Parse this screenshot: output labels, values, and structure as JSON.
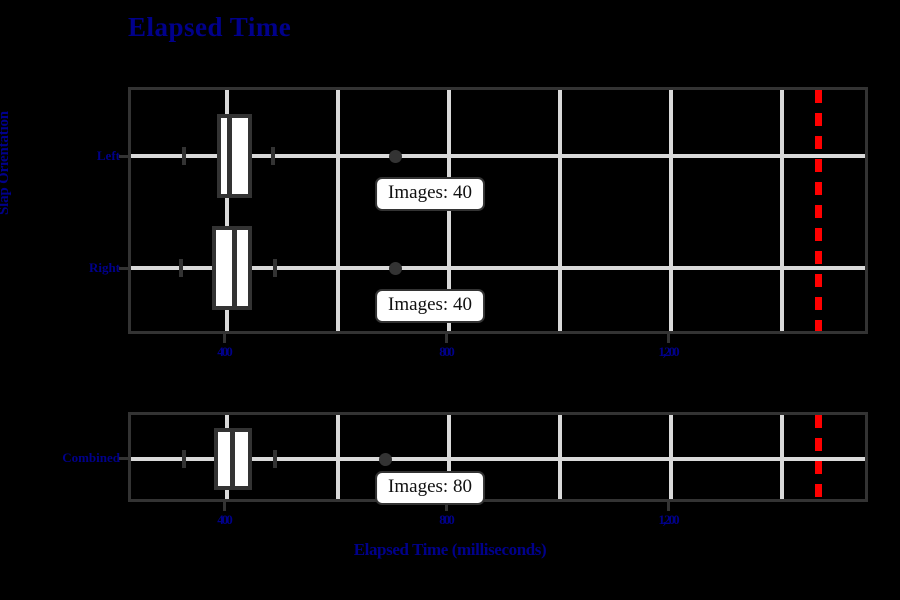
{
  "title": "Elapsed Time",
  "axes": {
    "ylabel": "Slap Orientation",
    "xlabel": "Elapsed Time (milliseconds)",
    "xticks": [
      "400",
      "800",
      "1,200"
    ],
    "xtick_values": [
      400,
      800,
      1200
    ],
    "yticks_top": [
      "Left",
      "Right"
    ],
    "yticks_bottom": [
      "Combined"
    ]
  },
  "colors": {
    "text_blue": "#00008b",
    "box_face": "#ffffff",
    "box_edge": "#333333",
    "whisker": "#d9d9d9",
    "grid": "#d9d9d9",
    "refline_red": "#ff0000",
    "background": "#000000"
  },
  "annotations": {
    "left": "Images: 40",
    "right": "Images: 40",
    "combined": "Images: 80"
  },
  "chart_data": {
    "type": "box",
    "title": "Elapsed Time",
    "xlabel": "Elapsed Time (milliseconds)",
    "ylabel": "Slap Orientation",
    "xlim": [
      140,
      1600
    ],
    "xticks": [
      400,
      800,
      1200
    ],
    "xticklabels": [
      "400",
      "800",
      "1,200"
    ],
    "grid": true,
    "gridlines_x": [
      224,
      335,
      446,
      557,
      668,
      779
    ],
    "reference_line": {
      "value": 1500,
      "style": "dashed",
      "color": "#ff0000",
      "label": ""
    },
    "panels": [
      {
        "name": "top",
        "categories": [
          "Left",
          "Right"
        ],
        "boxes": [
          {
            "category": "Left",
            "whisker_low": 235,
            "q1": 305,
            "median": 325,
            "q3": 375,
            "whisker_high": 420,
            "outliers": [
              660
            ],
            "n_images": 40
          },
          {
            "category": "Right",
            "whisker_low": 230,
            "q1": 295,
            "median": 335,
            "q3": 375,
            "whisker_high": 425,
            "outliers": [
              660
            ],
            "n_images": 40
          }
        ]
      },
      {
        "name": "bottom",
        "categories": [
          "Combined"
        ],
        "boxes": [
          {
            "category": "Combined",
            "whisker_low": 235,
            "q1": 300,
            "median": 330,
            "q3": 375,
            "whisker_high": 425,
            "outliers": [
              640
            ],
            "n_images": 80
          }
        ]
      }
    ]
  }
}
